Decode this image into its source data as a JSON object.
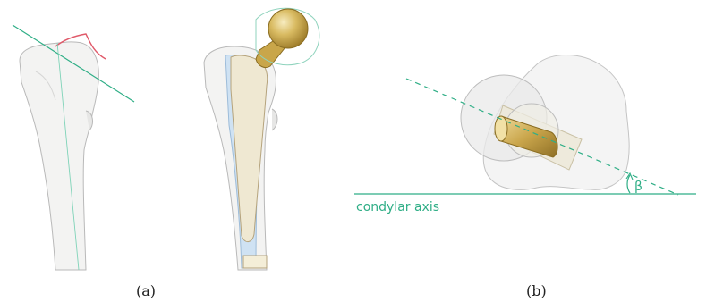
{
  "colors": {
    "bone_fill": "#f3f3f2",
    "bone_stroke": "#b9b9b9",
    "axis_green": "#2fae86",
    "cut_red": "#e05a6a",
    "stem_fill": "#efe8d2",
    "cavity_blue": "#cfe2f3",
    "gold": "#c9a64a",
    "gold_light": "#f2e1a6",
    "gold_dark": "#8a6d22"
  },
  "panels": [
    {
      "id": "a",
      "caption": "(a)"
    },
    {
      "id": "b",
      "caption": "(b)"
    }
  ],
  "annotations": {
    "axis_label": "condylar axis",
    "angle_label": "β"
  }
}
